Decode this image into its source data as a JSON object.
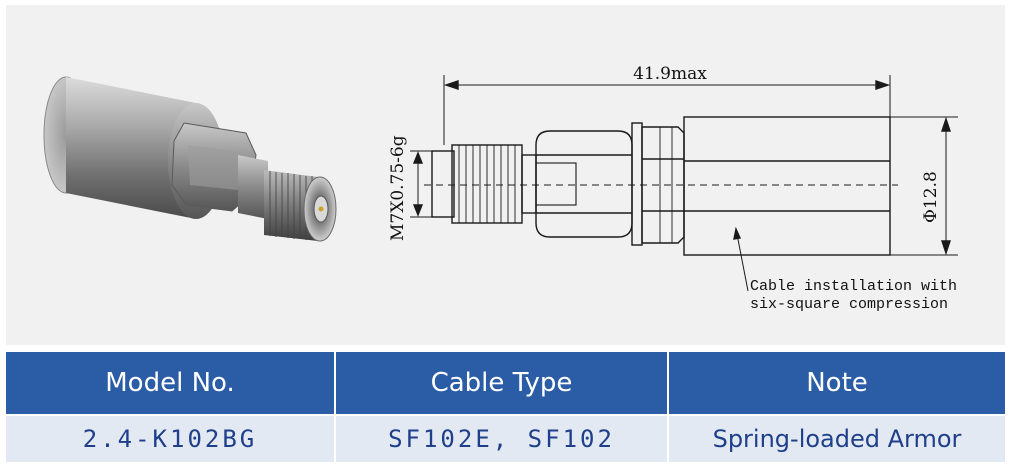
{
  "drawing": {
    "overall_length": "41.9max",
    "thread_spec": "M7X0.75-6g",
    "diameter": "Φ12.8",
    "note_line1": "Cable installation with",
    "note_line2": "six-square compression"
  },
  "table": {
    "headers": [
      "Model No.",
      "Cable Type",
      "Note"
    ],
    "row": {
      "model": "2.4-K102BG",
      "cable": "SF102E, SF102",
      "note": "Spring-loaded Armor"
    }
  },
  "colors": {
    "header_bg": "#2b5ca6",
    "row_bg": "#e3e9f3",
    "row_text": "#1f3f8a",
    "panel_bg": "#f1f1f1"
  }
}
